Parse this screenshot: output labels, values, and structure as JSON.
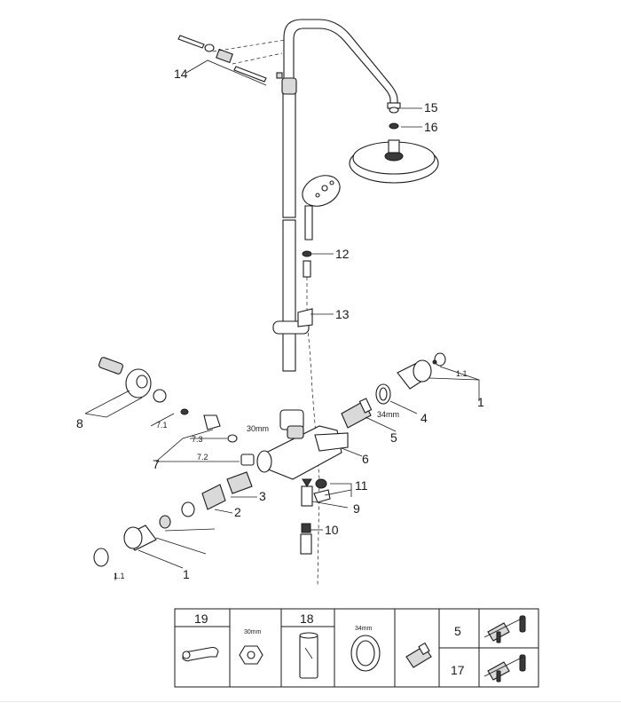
{
  "diagram": {
    "callouts": {
      "c1a": "1",
      "c1b": "1",
      "c1_1a": "1.1",
      "c1_1b": "1.1",
      "c2": "2",
      "c3": "3",
      "c4": "4",
      "c5": "5",
      "c6": "6",
      "c7": "7",
      "c7_1": "7.1",
      "c7_2": "7.2",
      "c7_3": "7.3",
      "c8": "8",
      "c9": "9",
      "c10": "10",
      "c11": "11",
      "c12": "12",
      "c13": "13",
      "c14": "14",
      "c15": "15",
      "c16": "16",
      "dim_30mm": "30mm",
      "dim_34mm": "34mm"
    },
    "tools_table": {
      "tool19": "19",
      "tool18": "18",
      "size30": "30mm",
      "size34": "34mm",
      "cart5": "5",
      "cart17": "17"
    }
  }
}
